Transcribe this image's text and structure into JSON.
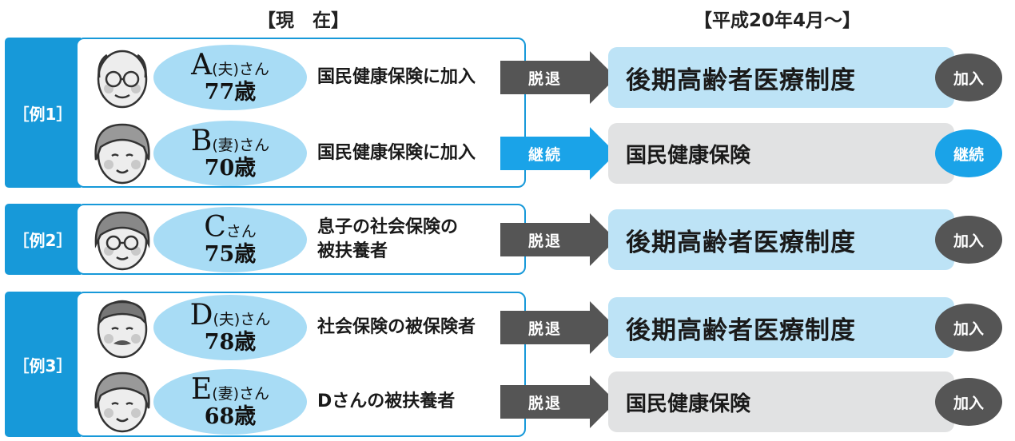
{
  "headers": {
    "current": "【現　在】",
    "future": "【平成20年4月～】"
  },
  "colors": {
    "tab": "#1799d9",
    "ellipse": "#a8dcf5",
    "arrow_dark": "#555555",
    "arrow_blue": "#1aa3e8",
    "result_blue": "#bde3f6",
    "result_gray": "#e1e2e3",
    "badge_dark": "#555555",
    "badge_blue": "#1aa3e8"
  },
  "groups": [
    {
      "label": "［例1］"
    },
    {
      "label": "［例2］"
    },
    {
      "label": "［例3］"
    }
  ],
  "persons": [
    {
      "letter": "A",
      "relation": "(夫)",
      "san": "さん",
      "age": "77歳",
      "status": [
        "国民健康保険に加入"
      ],
      "arrow": "脱退",
      "arrow_color": "dark",
      "result": "後期高齢者医療制度",
      "result_style": "blue",
      "badge": "加入",
      "badge_color": "dark",
      "face": "balding-glasses-man-icon"
    },
    {
      "letter": "B",
      "relation": "(妻)",
      "san": "さん",
      "age": "70歳",
      "status": [
        "国民健康保険に加入"
      ],
      "arrow": "継続",
      "arrow_color": "blue",
      "result": "国民健康保険",
      "result_style": "gray",
      "badge": "継続",
      "badge_color": "blue",
      "face": "woman-icon"
    },
    {
      "letter": "C",
      "relation": "",
      "san": "さん",
      "age": "75歳",
      "status": [
        "息子の社会保険の",
        "被扶養者"
      ],
      "arrow": "脱退",
      "arrow_color": "dark",
      "result": "後期高齢者医療制度",
      "result_style": "blue",
      "badge": "加入",
      "badge_color": "dark",
      "face": "glasses-woman-icon"
    },
    {
      "letter": "D",
      "relation": "(夫)",
      "san": "さん",
      "age": "78歳",
      "status": [
        "社会保険の被保険者"
      ],
      "arrow": "脱退",
      "arrow_color": "dark",
      "result": "後期高齢者医療制度",
      "result_style": "blue",
      "badge": "加入",
      "badge_color": "dark",
      "face": "mustache-man-icon"
    },
    {
      "letter": "E",
      "relation": "(妻)",
      "san": "さん",
      "age": "68歳",
      "status": [
        "Dさんの被扶養者"
      ],
      "arrow": "脱退",
      "arrow_color": "dark",
      "result": "国民健康保険",
      "result_style": "gray",
      "badge": "加入",
      "badge_color": "dark",
      "face": "woman-icon"
    }
  ]
}
